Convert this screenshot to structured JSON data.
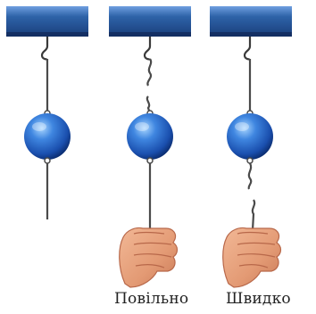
{
  "panels": [
    {
      "id": "rest",
      "caption": ""
    },
    {
      "id": "slow",
      "caption": "Повільно"
    },
    {
      "id": "fast",
      "caption": "Швидко"
    }
  ],
  "colors": {
    "bar_fill": "#2e63a8",
    "bar_top": "#5f92d6",
    "bar_shadow": "#142f63",
    "ball_light": "#8fc6ff",
    "ball_mid": "#2d6fcf",
    "ball_dark": "#0c2f74",
    "thread": "#4a4a4a",
    "skin": "#e6a07c",
    "skin_shadow": "#c97a57"
  }
}
